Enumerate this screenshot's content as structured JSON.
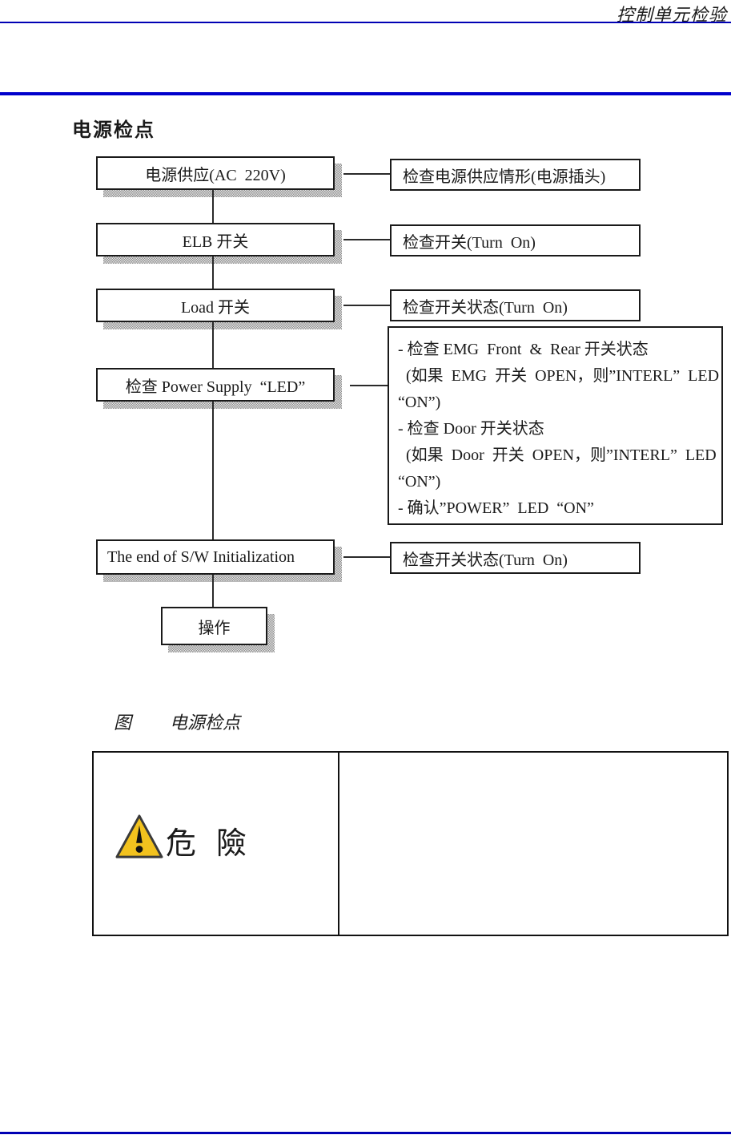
{
  "page": {
    "header_title": "控制单元检验",
    "section_title": "电源检点",
    "figure_caption": {
      "prefix": "图",
      "title": "电源检点"
    }
  },
  "flowchart": {
    "steps": [
      {
        "label": "电源供应(AC  220V)",
        "note": "检查电源供应情形(电源插头)"
      },
      {
        "label": "ELB 开关",
        "note": "检查开关(Turn  On)"
      },
      {
        "label": "Load 开关",
        "note": "检查开关状态(Turn  On)"
      },
      {
        "label": "检查 Power Supply  “LED”"
      },
      {
        "label": "The end of S/W Initialization",
        "note": "检查开关状态(Turn  On)"
      },
      {
        "label": "操作"
      }
    ],
    "detail_box": {
      "lines": [
        "- 检查 EMG  Front  &  Rear 开关状态",
        "  (如果  EMG  开关  OPEN，则”INTERL”  LED",
        "“ON”)",
        "- 检查 Door 开关状态",
        "  (如果  Door  开关  OPEN，则”INTERL”  LED",
        "“ON”)",
        "- 确认”POWER”  LED  “ON”"
      ]
    }
  },
  "warning_table": {
    "label": "危  險",
    "icon": "warning-triangle-icon",
    "triangle_fill": "#F2C21E",
    "triangle_border": "#3A3A3A"
  },
  "colors": {
    "rule_blue_thick": "#0000CC",
    "rule_blue_thin": "#0000B4"
  }
}
